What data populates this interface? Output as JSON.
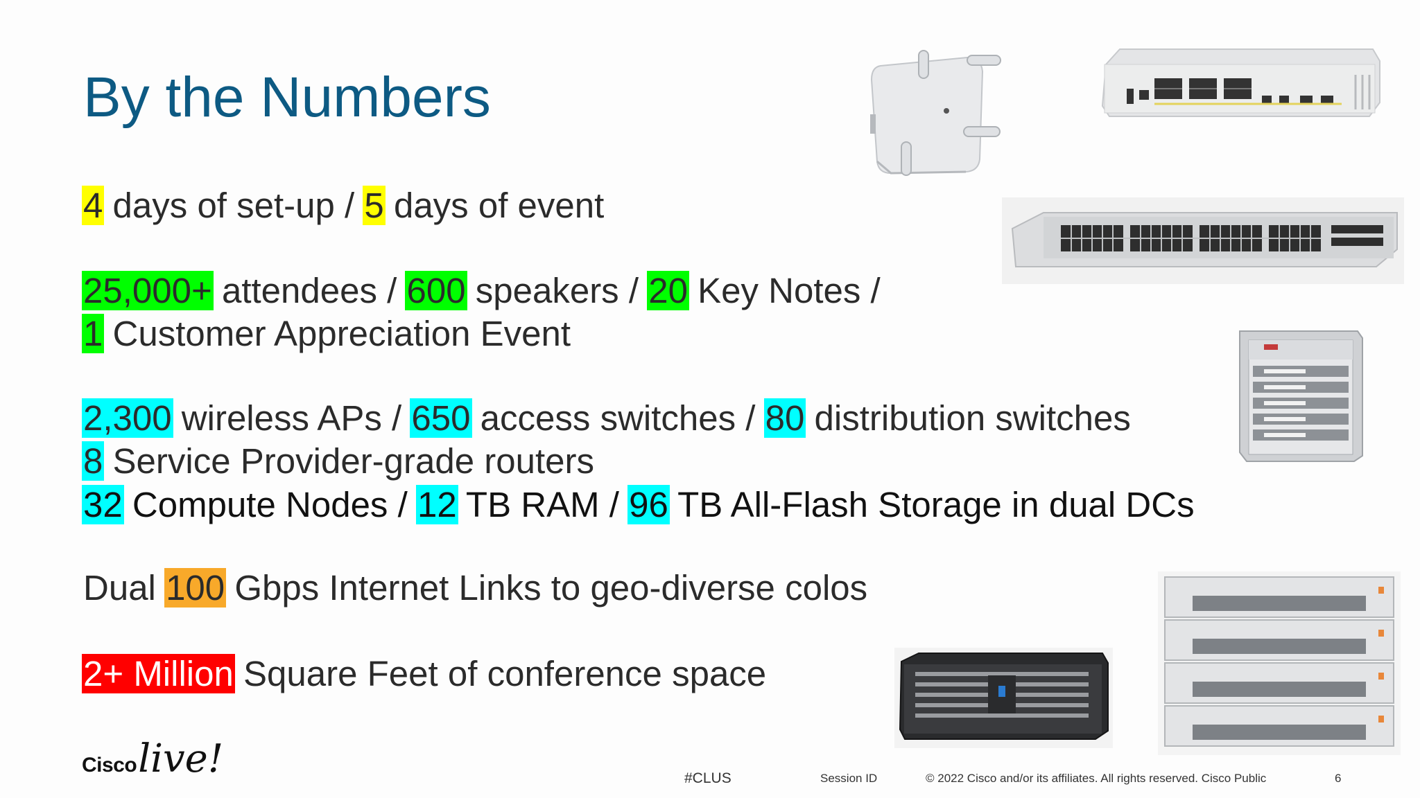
{
  "title": "By the Numbers",
  "lines": [
    {
      "segments": [
        {
          "text": "4",
          "hl": "yellow"
        },
        {
          "text": " days of set-up / "
        },
        {
          "text": "5",
          "hl": "yellow"
        },
        {
          "text": " days of event"
        }
      ]
    },
    {
      "segments": [
        {
          "text": "25,000+",
          "hl": "green"
        },
        {
          "text": " attendees / "
        },
        {
          "text": "600",
          "hl": "green"
        },
        {
          "text": " speakers / "
        },
        {
          "text": "20",
          "hl": "green"
        },
        {
          "text": " Key Notes /"
        }
      ]
    },
    {
      "segments": [
        {
          "text": "1",
          "hl": "green"
        },
        {
          "text": " Customer Appreciation Event"
        }
      ]
    },
    {
      "segments": [
        {
          "text": "2,300",
          "hl": "cyan"
        },
        {
          "text": " wireless APs / "
        },
        {
          "text": "650",
          "hl": "cyan"
        },
        {
          "text": " access switches / "
        },
        {
          "text": "80",
          "hl": "cyan"
        },
        {
          "text": " distribution switches"
        }
      ]
    },
    {
      "segments": [
        {
          "text": "8",
          "hl": "cyan"
        },
        {
          "text": " Service Provider-grade routers"
        }
      ]
    },
    {
      "segments": [
        {
          "text": "32",
          "hl": "cyan"
        },
        {
          "text": " Compute Nodes / "
        },
        {
          "text": "12",
          "hl": "cyan"
        },
        {
          "text": " TB RAM / "
        },
        {
          "text": "96",
          "hl": "cyan"
        },
        {
          "text": " TB All-Flash Storage in dual DCs"
        }
      ]
    },
    {
      "segments": [
        {
          "text": "Dual "
        },
        {
          "text": "100",
          "hl": "orange"
        },
        {
          "text": " Gbps Internet Links to geo-diverse colos"
        }
      ]
    },
    {
      "segments": [
        {
          "text": "2+ Million",
          "hl": "red"
        },
        {
          "text": " Square Feet of conference space"
        }
      ]
    }
  ],
  "colors": {
    "title": "#0d5a83",
    "yellow": "#ffff00",
    "green": "#00ff00",
    "cyan": "#00ffff",
    "orange": "#f8a92a",
    "red": "#ff0000"
  },
  "images": [
    {
      "name": "wireless-access-point-photo"
    },
    {
      "name": "compact-switch-photo"
    },
    {
      "name": "access-switch-photo"
    },
    {
      "name": "chassis-router-photo"
    },
    {
      "name": "storage-array-photo"
    },
    {
      "name": "compute-server-stack-photo"
    }
  ],
  "footer": {
    "brand_word": "Cisco",
    "brand_live": "live!",
    "hashtag": "#CLUS",
    "session": "Session ID",
    "copyright": "© 2022  Cisco and/or its affiliates. All rights reserved.   Cisco Public",
    "page": "6"
  }
}
